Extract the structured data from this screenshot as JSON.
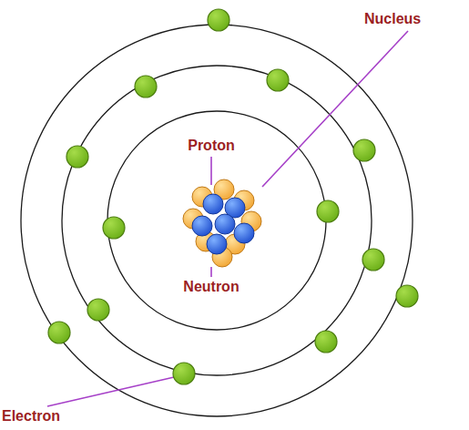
{
  "diagram": {
    "labels": [
      "Nucleus",
      "Proton",
      "Neutron",
      "Electron"
    ]
  }
}
